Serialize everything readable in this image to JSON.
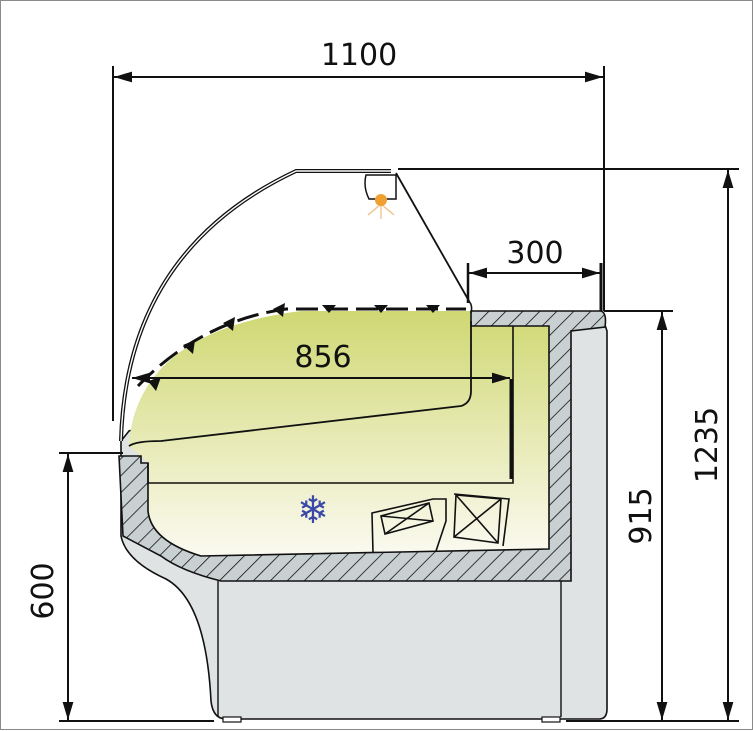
{
  "diagram": {
    "subject": "Refrigerated display counter – side section",
    "units": "mm",
    "dimensions": {
      "overall_depth": "1100",
      "top_shelf_depth": "300",
      "display_depth": "856",
      "front_height": "600",
      "worktop_height": "915",
      "overall_height": "1235"
    },
    "icons": {
      "light": "lamp-icon",
      "cooling": "snowflake-icon",
      "snowflake_glyph": "❄"
    },
    "colors": {
      "line": "#111111",
      "insulation_fill": "#c9d0d2",
      "cabinet_fill": "#dfe3e4",
      "display_top": "#cfd873",
      "display_bottom": "#fbfaf2",
      "lamp": "#f0a030",
      "snowflake": "#3a48a8",
      "border": "#8a8a8a"
    }
  }
}
